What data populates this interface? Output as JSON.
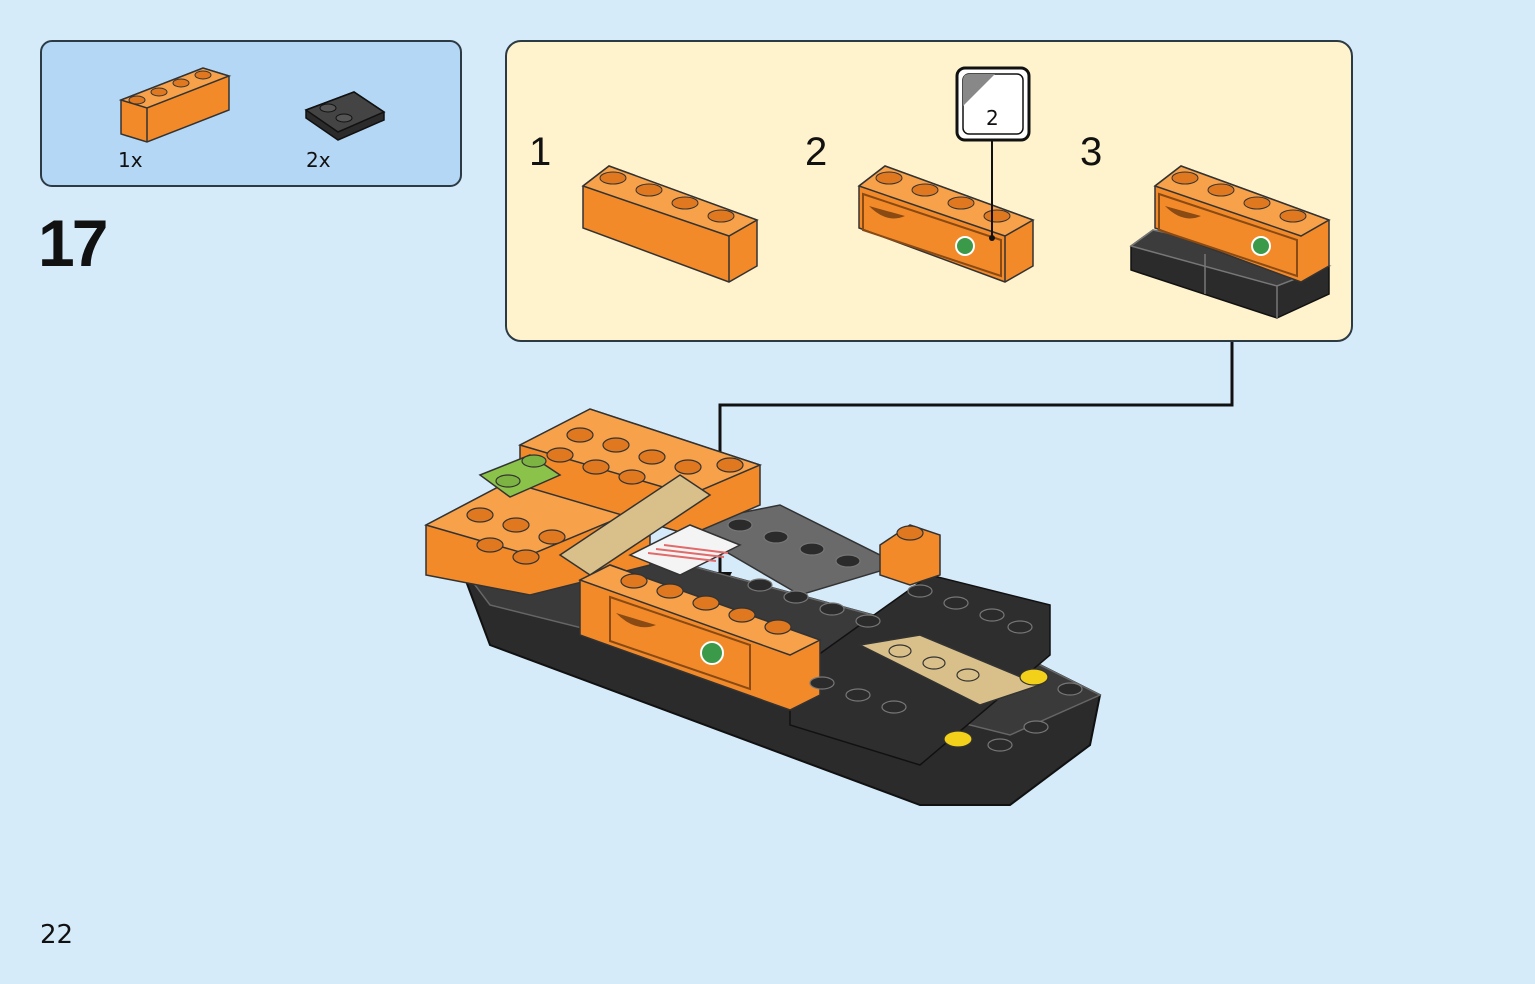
{
  "parts_list": {
    "items": [
      {
        "name": "orange-1x4-brick",
        "quantity": "1x",
        "color": "#f28a2a"
      },
      {
        "name": "black-2x2-tile",
        "quantity": "2x",
        "color": "#2b2b2b"
      }
    ]
  },
  "step": {
    "number": "17"
  },
  "substeps": {
    "labels": [
      "1",
      "2",
      "3"
    ],
    "sticker_callout": {
      "label": "2"
    }
  },
  "page": {
    "number": "22"
  },
  "colors": {
    "background": "#d5ebfa",
    "parts_box": "#b4d7f5",
    "substep_box": "#fef3cd",
    "orange": "#f28a2a",
    "black": "#2b2b2b"
  }
}
